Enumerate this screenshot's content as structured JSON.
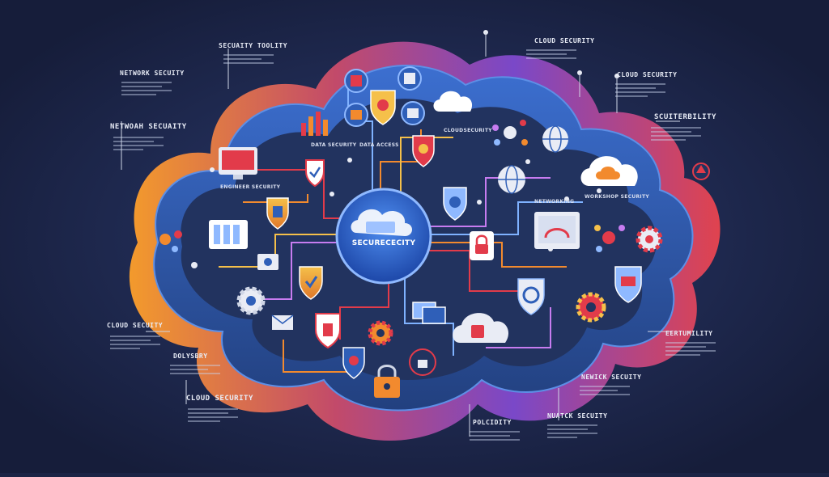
{
  "center": {
    "title": "SECURECECITY"
  },
  "labels": {
    "network_security_1": "NETWORK SECUITY",
    "security_toolity": "SECUAITY TOOLITY",
    "cloud_security_top": "CLOUD SECURITY",
    "cloud_security_right": "CLOUD SECURITY",
    "network_security_2": "NETWOAH SECUAITY",
    "scuriterbility": "SCUITERBILITY",
    "cloud_security_left": "CLOUD SECUITY",
    "dolysbry": "DOLYSBRY",
    "eertumility": "EERTUMILITY",
    "cloud_security_bottom": "CLOUD SECURITY",
    "newick_security": "NEWICK SECUITY",
    "polcidity": "POLCIDITY",
    "nuatck_security": "NUATCK SECUITY"
  },
  "inner_labels": {
    "tl_panel": "ENGINEER SECURITY",
    "mid_left": "DATA SECURITY",
    "top_mid": "CLOUDSECURITY",
    "top_center": "DATA ACCESS",
    "right_cloud": "WORKSHOP SECURITY",
    "right_mid": "NETWORKING"
  },
  "colors": {
    "background": "#1b2445",
    "cloud_blue": "#2f5fb8",
    "cloud_inner": "#243a77",
    "accent_orange": "#f28a2e",
    "accent_red": "#e23b4a",
    "accent_purple": "#8a4fd6",
    "accent_yellow": "#f5c04a"
  }
}
